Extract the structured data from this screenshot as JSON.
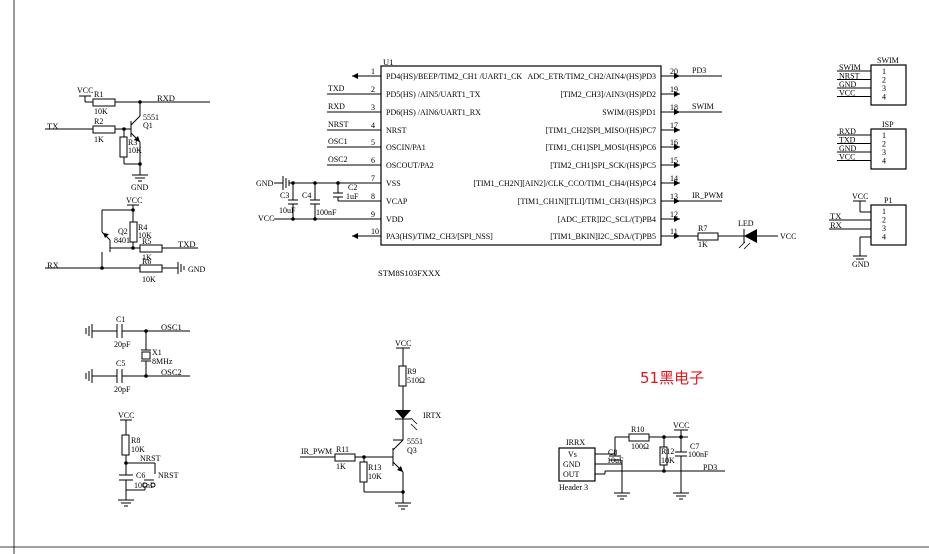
{
  "ic": {
    "ref": "U1",
    "part": "STM8S103FXXX",
    "left_pins": [
      {
        "num": "1",
        "name": "PD4(HS)/BEEP/TIM2_CH1 /UART1_CK",
        "net": ""
      },
      {
        "num": "2",
        "name": "PD5(HS) /AIN5/UART1_TX",
        "net": "TXD"
      },
      {
        "num": "3",
        "name": "PD6(HS) /AIN6/UART1_RX",
        "net": "RXD"
      },
      {
        "num": "4",
        "name": "NRST",
        "net": "NRST"
      },
      {
        "num": "5",
        "name": "OSCIN/PA1",
        "net": "OSC1"
      },
      {
        "num": "6",
        "name": "OSCOUT/PA2",
        "net": "OSC2"
      },
      {
        "num": "7",
        "name": "VSS",
        "net": ""
      },
      {
        "num": "8",
        "name": "VCAP",
        "net": ""
      },
      {
        "num": "9",
        "name": "VDD",
        "net": ""
      },
      {
        "num": "10",
        "name": "PA3(HS)/TIM2_CH3/[SPI_NSS]",
        "net": ""
      }
    ],
    "right_pins": [
      {
        "num": "20",
        "name": "ADC_ETR/TIM2_CH2/AIN4/(HS)PD3",
        "net": "PD3"
      },
      {
        "num": "19",
        "name": "[TIM2_CH3]/AIN3/(HS)PD2",
        "net": ""
      },
      {
        "num": "18",
        "name": "SWIM/(HS)PD1",
        "net": "SWIM"
      },
      {
        "num": "17",
        "name": "[TIM1_CH2]SPI_MISO/(HS)PC7",
        "net": ""
      },
      {
        "num": "16",
        "name": "[TIM1_CH1]SPI_MOSI/(HS)PC6",
        "net": ""
      },
      {
        "num": "15",
        "name": "[TIM2_CH1]SPI_SCK/(HS)PC5",
        "net": ""
      },
      {
        "num": "14",
        "name": "[TIM1_CH2N][AIN2]/CLK_CCO/TIM1_CH4/(HS)PC4",
        "net": ""
      },
      {
        "num": "13",
        "name": "[TIM1_CH1N][TLI]/TIM1_CH3/(HS)PC3",
        "net": "IR_PWM"
      },
      {
        "num": "12",
        "name": "[ADC_ETR]I2C_SCL/(T)PB4",
        "net": ""
      },
      {
        "num": "11",
        "name": "[TIM1_BKIN]I2C_SDA/(T)PB5",
        "net": ""
      }
    ]
  },
  "headers": [
    {
      "ref": "SWIM",
      "pins": [
        "SWIM",
        "NRST",
        "GND",
        "VCC"
      ]
    },
    {
      "ref": "ISP",
      "pins": [
        "RXD",
        "TXD",
        "GND",
        "VCC"
      ]
    },
    {
      "ref": "P1",
      "pins": [
        "",
        "",
        "",
        ""
      ]
    }
  ],
  "pin_numbers": [
    "1",
    "2",
    "3",
    "4"
  ],
  "nets": {
    "vcc": "VCC",
    "gnd": "GND",
    "rxd": "RXD",
    "txd": "TXD",
    "tx": "TX",
    "rx": "RX",
    "osc1": "OSC1",
    "osc2": "OSC2",
    "nrst": "NRST",
    "ir_pwm": "IR_PWM",
    "pd3": "PD3"
  },
  "parts": {
    "r1": {
      "ref": "R1",
      "value": "10K"
    },
    "r2": {
      "ref": "R2",
      "value": "1K"
    },
    "r3": {
      "ref": "R3",
      "value": "10K"
    },
    "q1": {
      "ref": "Q1",
      "value": "5551"
    },
    "r4": {
      "ref": "R4",
      "value": "10K"
    },
    "r5": {
      "ref": "R5",
      "value": "1K"
    },
    "r6": {
      "ref": "R6",
      "value": "10K"
    },
    "q2": {
      "ref": "Q2",
      "value": "8401"
    },
    "c1": {
      "ref": "C1",
      "value": "20pF"
    },
    "c5": {
      "ref": "C5",
      "value": "20pF"
    },
    "x1": {
      "ref": "X1",
      "value": "8MHz"
    },
    "r8": {
      "ref": "R8",
      "value": "10K"
    },
    "c6": {
      "ref": "C6",
      "value": "100nF"
    },
    "c2": {
      "ref": "C2",
      "value": "1uF"
    },
    "c3": {
      "ref": "C3",
      "value": "10uF"
    },
    "c4": {
      "ref": "C4",
      "value": "100nF"
    },
    "r7": {
      "ref": "R7",
      "value": "1K"
    },
    "led": {
      "ref": "LED"
    },
    "r9": {
      "ref": "R9",
      "value": "510Ω"
    },
    "irtx": {
      "ref": "IRTX"
    },
    "r11": {
      "ref": "R11",
      "value": "1K"
    },
    "r13": {
      "ref": "R13",
      "value": "10K"
    },
    "q3": {
      "ref": "Q3",
      "value": "5551"
    },
    "r10": {
      "ref": "R10",
      "value": "100Ω"
    },
    "r12": {
      "ref": "R12",
      "value": "10K"
    },
    "c8": {
      "ref": "C8",
      "value": "10uF"
    },
    "c7": {
      "ref": "C7",
      "value": "100nF"
    }
  },
  "irrx": {
    "ref": "IRRX",
    "pins": [
      "Vs",
      "GND",
      "OUT"
    ],
    "footer": "Header 3"
  },
  "watermark": "51黑电子"
}
